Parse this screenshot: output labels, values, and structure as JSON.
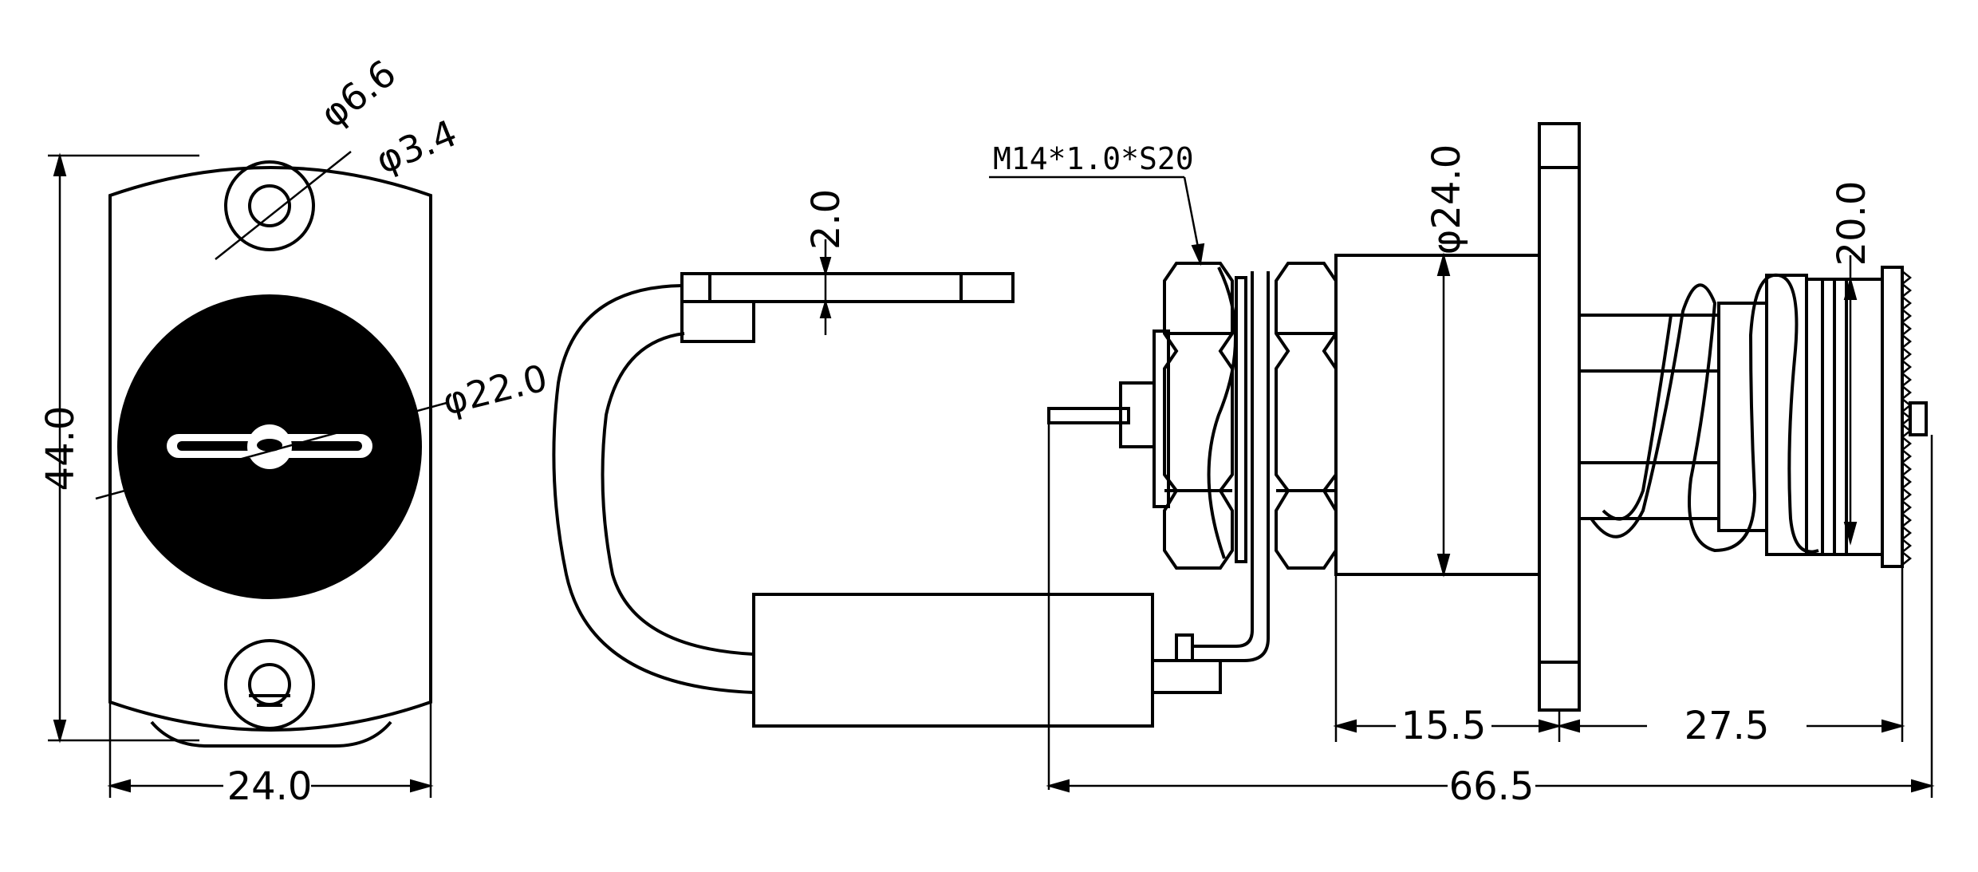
{
  "drawing": {
    "front_view": {
      "height_dim": "44.0",
      "width_dim": "24.0",
      "hole_outer_dia": "φ6.6",
      "hole_inner_dia": "φ3.4",
      "face_dia": "φ22.0"
    },
    "side_view": {
      "thread_spec": "M14*1.0*S20",
      "bracket_thickness": "2.0",
      "body_dia": "φ24.0",
      "plunger_dia": "20.0",
      "length_body": "15.5",
      "length_plunger": "27.5",
      "total_length": "66.5"
    }
  }
}
